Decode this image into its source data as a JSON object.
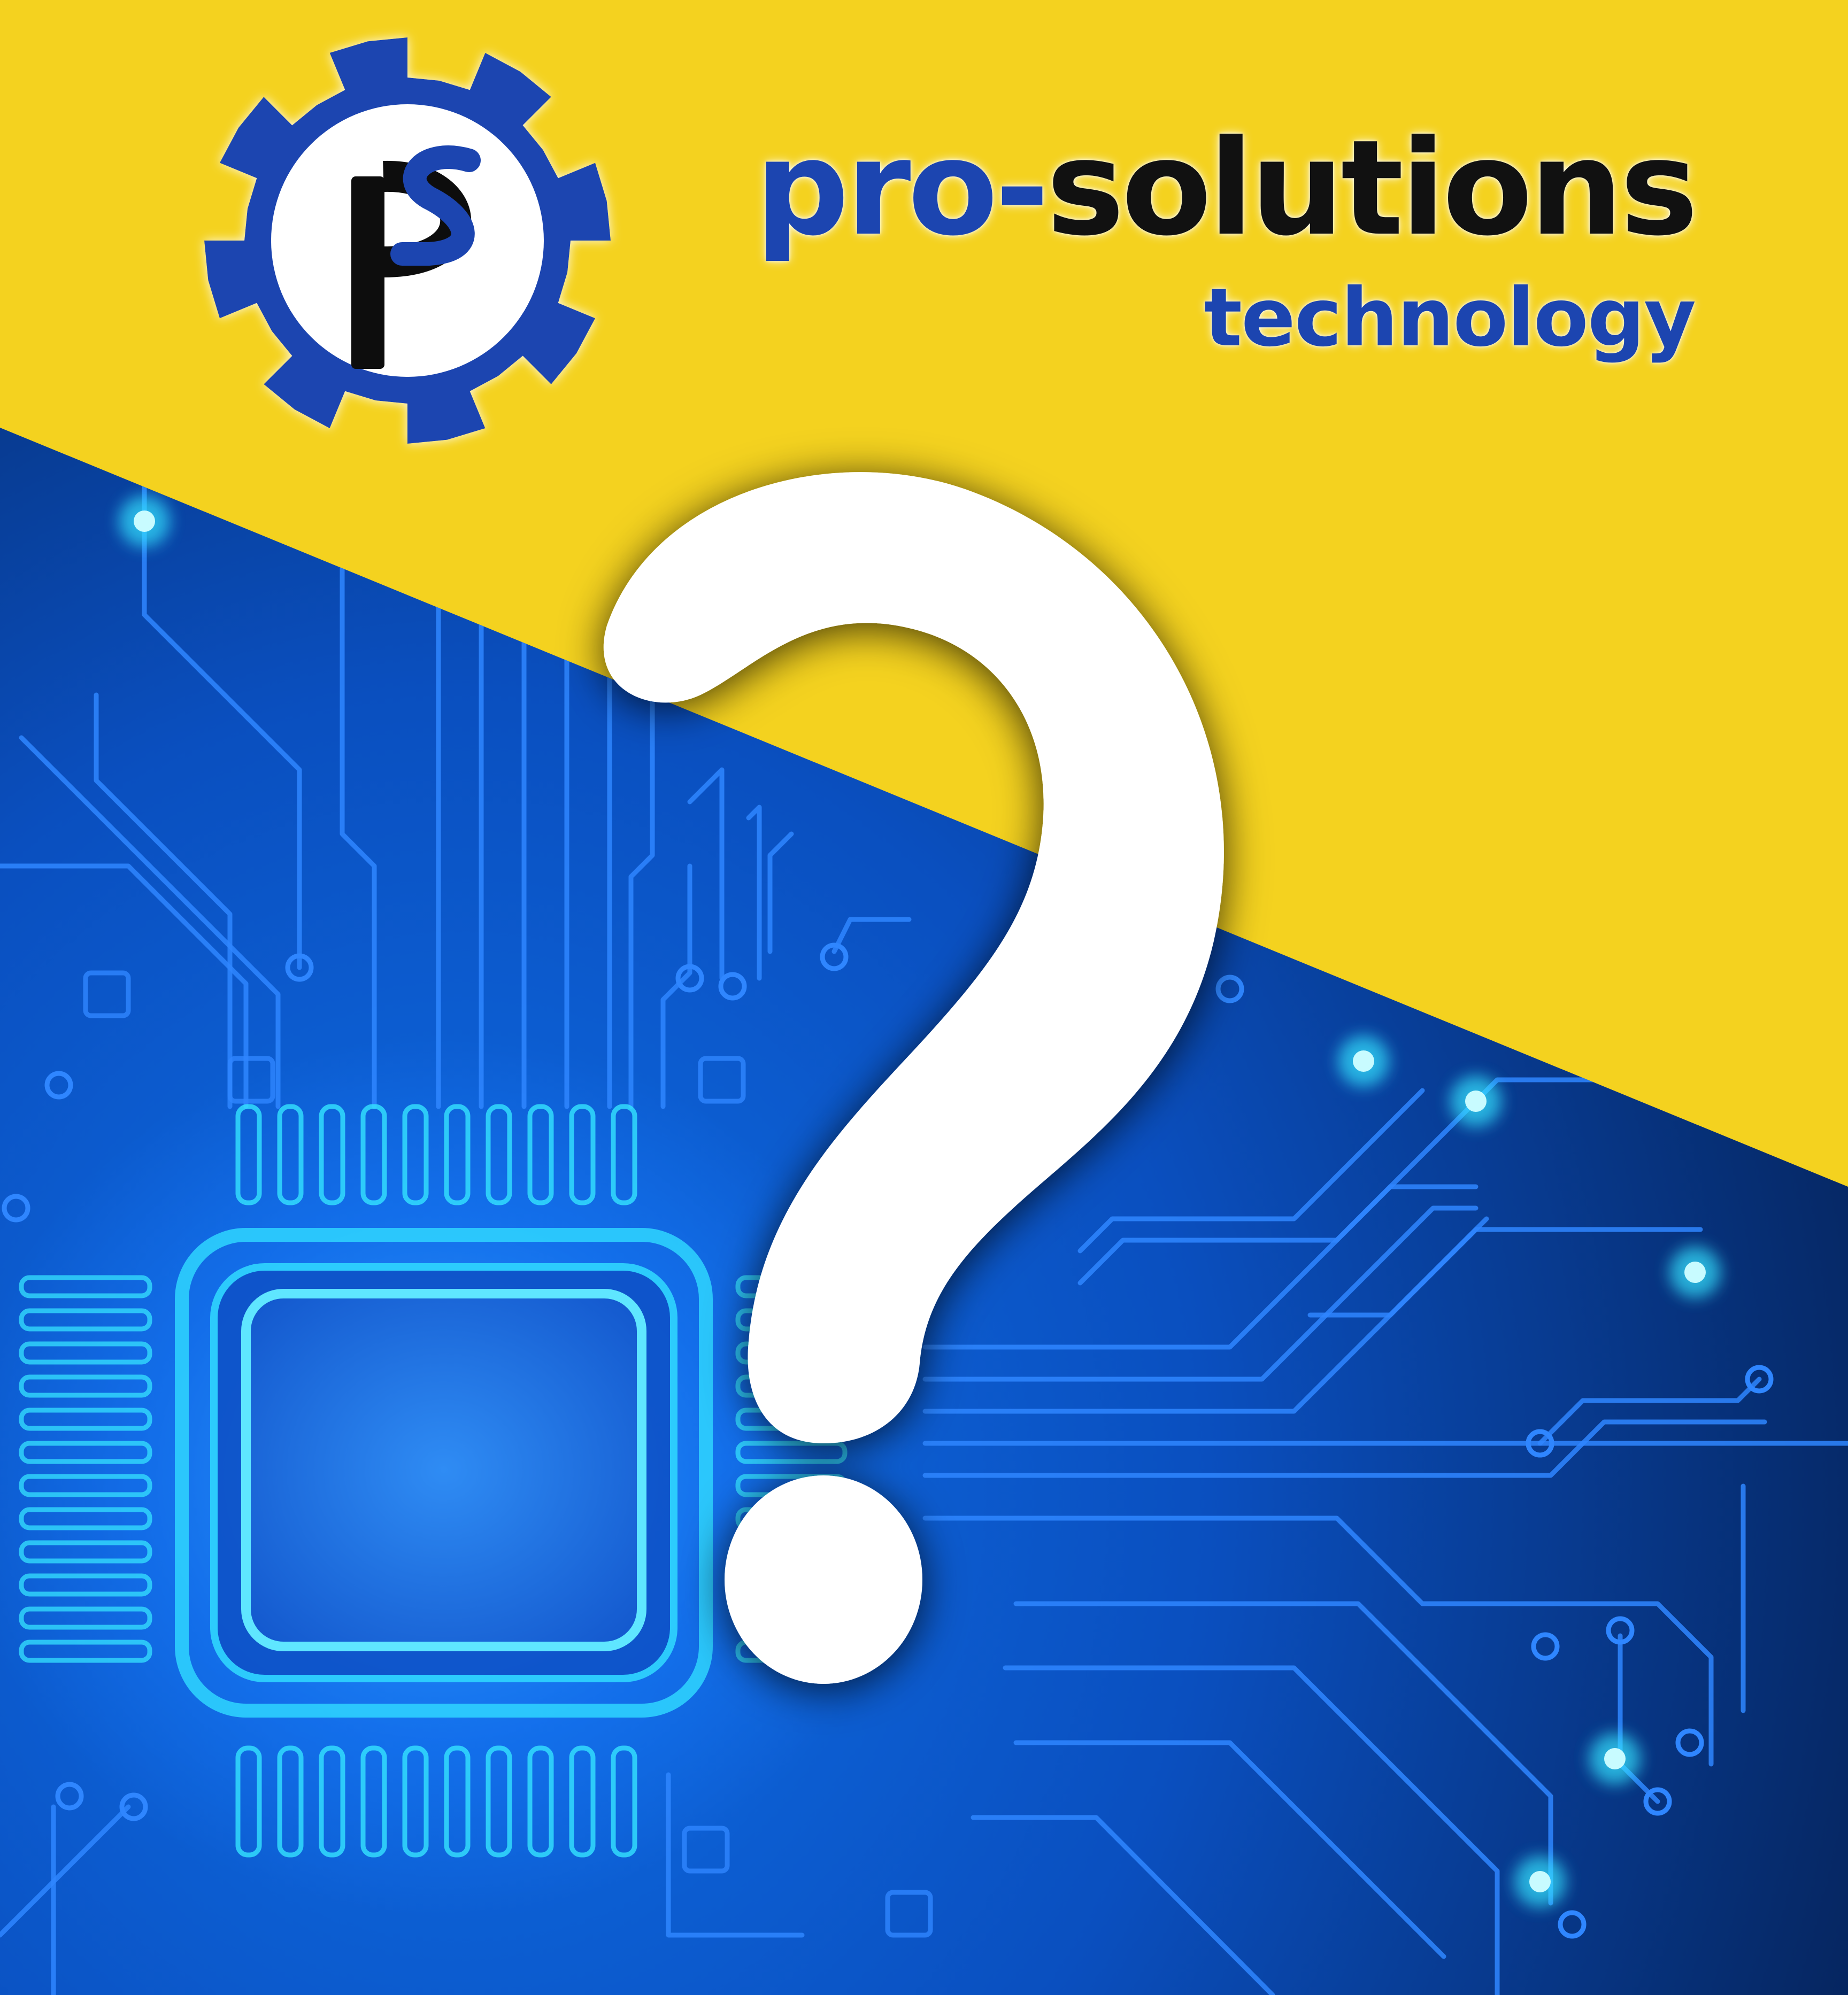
{
  "brand": {
    "name_part_1": "pro",
    "name_part_2": "-",
    "name_part_3": "solutions",
    "tagline": "technology",
    "logo_mark": "ps"
  },
  "colors": {
    "yellow": "#f4d21f",
    "brand_blue": "#1c45b0",
    "brand_black": "#111111",
    "circuit_dark": "#06245a",
    "circuit_trace": "#2f86ff",
    "circuit_glow": "#35e3ff"
  },
  "icons": {
    "logo": "gear-ps-logo-icon",
    "hero": "question-mark-icon",
    "background": "circuit-board-chip-icon"
  }
}
